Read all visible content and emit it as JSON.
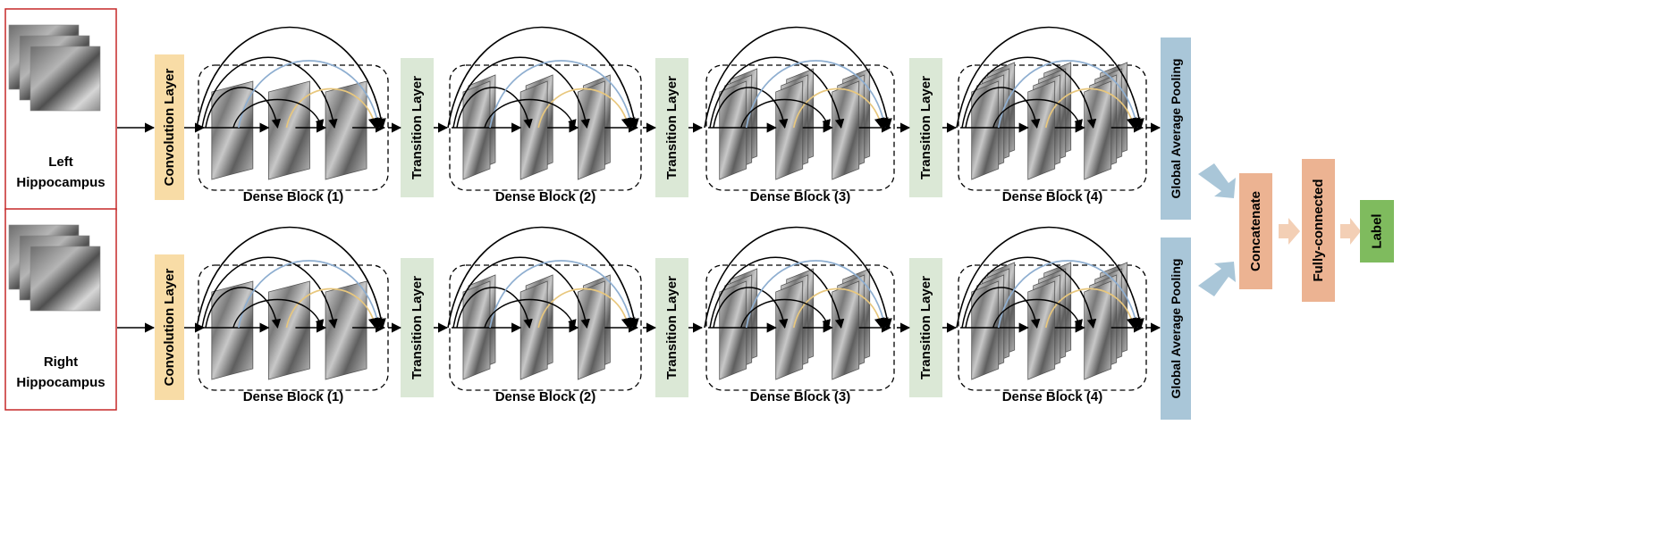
{
  "colors": {
    "conv": "#f8dca6",
    "transition": "#dbe8d6",
    "gap": "#a9c6d8",
    "concat": "#ecb392",
    "fc": "#ecb392",
    "label": "#7fbb5e",
    "input_border": "#c62828",
    "arc_black": "#000000",
    "arc_blue": "#8eaed0",
    "arc_orange": "#e8c77d",
    "arrow_blue": "#a9c6d8",
    "arrow_peach": "#f3cfb5"
  },
  "rows": [
    {
      "input": {
        "line1": "Left",
        "line2": "Hippocampus"
      },
      "conv": "Convolution Layer",
      "transition": [
        "Transition Layer",
        "Transition Layer",
        "Transition Layer"
      ],
      "dense_blocks": [
        "Dense Block (1)",
        "Dense Block (2)",
        "Dense Block (3)",
        "Dense Block (4)"
      ],
      "gap": "Global Average Pooling"
    },
    {
      "input": {
        "line1": "Right",
        "line2": "Hippocampus"
      },
      "conv": "Convolution Layer",
      "transition": [
        "Transition Layer",
        "Transition Layer",
        "Transition Layer"
      ],
      "dense_blocks": [
        "Dense Block (1)",
        "Dense Block (2)",
        "Dense Block (3)",
        "Dense Block (4)"
      ],
      "gap": "Global Average Pooling"
    }
  ],
  "concat": "Concatenate",
  "fc": "Fully-connected",
  "label": "Label"
}
